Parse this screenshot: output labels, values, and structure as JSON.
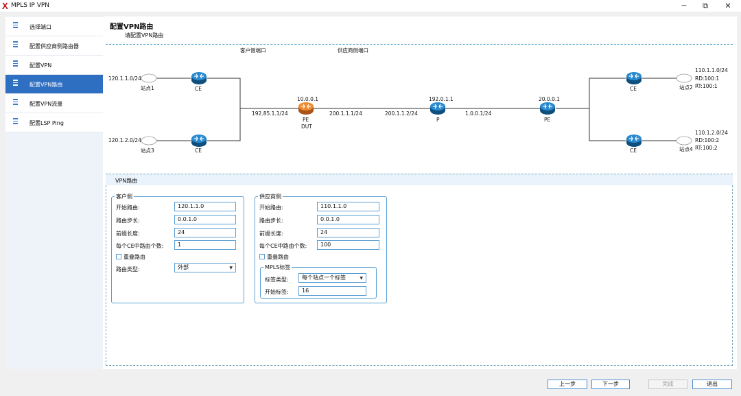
{
  "window": {
    "title": "MPLS IP VPN",
    "logo": "X",
    "minimize": "−",
    "restore": "⧉",
    "close": "✕"
  },
  "sidebar": {
    "items": [
      {
        "label": "选择端口",
        "active": false
      },
      {
        "label": "配置供应商侧路由器",
        "active": false
      },
      {
        "label": "配置VPN",
        "active": false
      },
      {
        "label": "配置VPN路由",
        "active": true
      },
      {
        "label": "配置VPN流量",
        "active": false
      },
      {
        "label": "配置LSP Ping",
        "active": false
      }
    ]
  },
  "page": {
    "title": "配置VPN路由",
    "subtitle": "请配置VPN路由"
  },
  "diagram": {
    "customer_port_label": "客户侧端口",
    "provider_port_label": "供应商侧端口",
    "left_sites": [
      {
        "network": "120.1.1.0/24",
        "site": "站点1",
        "router": "CE"
      },
      {
        "network": "120.1.2.0/24",
        "site": "站点3",
        "router": "CE"
      }
    ],
    "dut": {
      "ip": "10.0.0.1",
      "role": "PE",
      "tag": "DUT"
    },
    "p_router": {
      "ip": "192.0.1.1",
      "role": "P"
    },
    "pe_router": {
      "ip": "20.0.0.1",
      "role": "PE"
    },
    "links": {
      "ce_dut": "192.85.1.1/24",
      "dut_out": "200.1.1.1/24",
      "p_in": "200.1.1.2/24",
      "p_out": "1.0.0.1/24"
    },
    "right_sites": [
      {
        "network": "110.1.1.0/24",
        "rd": "RD:100:1",
        "rt": "RT:100:1",
        "site": "站点2",
        "router": "CE"
      },
      {
        "network": "110.1.2.0/24",
        "rd": "RD:100:2",
        "rt": "RT:100:2",
        "site": "站点4",
        "router": "CE"
      }
    ]
  },
  "vpn_routes": {
    "group_title": "VPN路由",
    "customer": {
      "title": "客户侧",
      "start_route_label": "开始路由:",
      "start_route": "120.1.1.0",
      "step_label": "路由步长:",
      "step": "0.0.1.0",
      "prefix_label": "前缀长度:",
      "prefix": "24",
      "count_label": "每个CE中路由个数:",
      "count": "1",
      "overlap_label": "重叠路由",
      "overlap_checked": false,
      "type_label": "路由类型:",
      "type": "外部"
    },
    "provider": {
      "title": "供应商侧",
      "start_route_label": "开始路由:",
      "start_route": "110.1.1.0",
      "step_label": "路由步长:",
      "step": "0.0.1.0",
      "prefix_label": "前缀长度:",
      "prefix": "24",
      "count_label": "每个CE中路由个数:",
      "count": "100",
      "overlap_label": "重叠路由",
      "overlap_checked": false,
      "mpls": {
        "title": "MPLS标签",
        "label_type_label": "标签类型:",
        "label_type": "每个站点一个标签",
        "start_label_label": "开始标签:",
        "start_label": "16"
      }
    }
  },
  "footer": {
    "prev": "上一步",
    "next": "下一步",
    "finish": "完成",
    "exit": "退出"
  },
  "colors": {
    "accent": "#2f6fc2",
    "border": "#5a9fd4",
    "router": "#1c6fa8",
    "dut": "#e07b24"
  }
}
